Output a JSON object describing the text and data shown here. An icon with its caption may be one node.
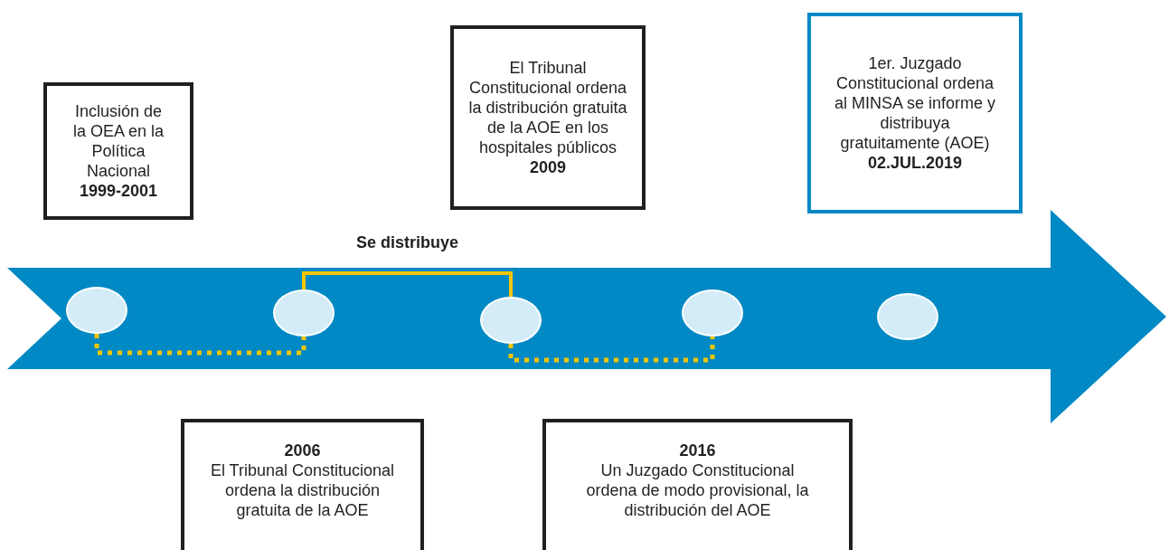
{
  "diagram": {
    "nodes": [
      {
        "text": [
          "Inclusión de la OEA en la Política Nacional",
          "1999-2001"
        ]
      },
      {
        "text": [
          "El Tribunal Constitucional ordena la distribución gratuita de la AOE en los hospitales públicos",
          "2009"
        ]
      },
      {
        "text": [
          "1er. Juzgado Constitucional ordena al MINSA se informe y distribuya gratuitamente (AOE)",
          "02.JUL.2019"
        ]
      },
      {
        "text": [],
        "shape": "arrow"
      },
      {
        "text": [],
        "shape": "circle",
        "in": 3
      },
      {
        "text": [],
        "shape": "circle",
        "in": 3
      },
      {
        "text": [],
        "shape": "circle",
        "in": 3
      },
      {
        "text": [],
        "shape": "circle",
        "in": 3
      },
      {
        "text": [],
        "shape": "circle",
        "in": 3
      },
      {
        "text": [
          "2006",
          "El Tribunal Constitucional ordena la distribución gratuita de la AOE"
        ]
      },
      {
        "text": [
          "2016",
          "Un Juzgado Constitucional ordena de modo provisional, la distribución del AOE"
        ]
      }
    ],
    "edges": [
      {
        "from": 4,
        "to": 5,
        "arrow": "none",
        "style": "dashed"
      },
      {
        "from": 5,
        "to": 6,
        "arrow": "none",
        "label": "Se distribuye"
      },
      {
        "from": 6,
        "to": 7,
        "arrow": "none",
        "style": "dashed"
      }
    ]
  }
}
